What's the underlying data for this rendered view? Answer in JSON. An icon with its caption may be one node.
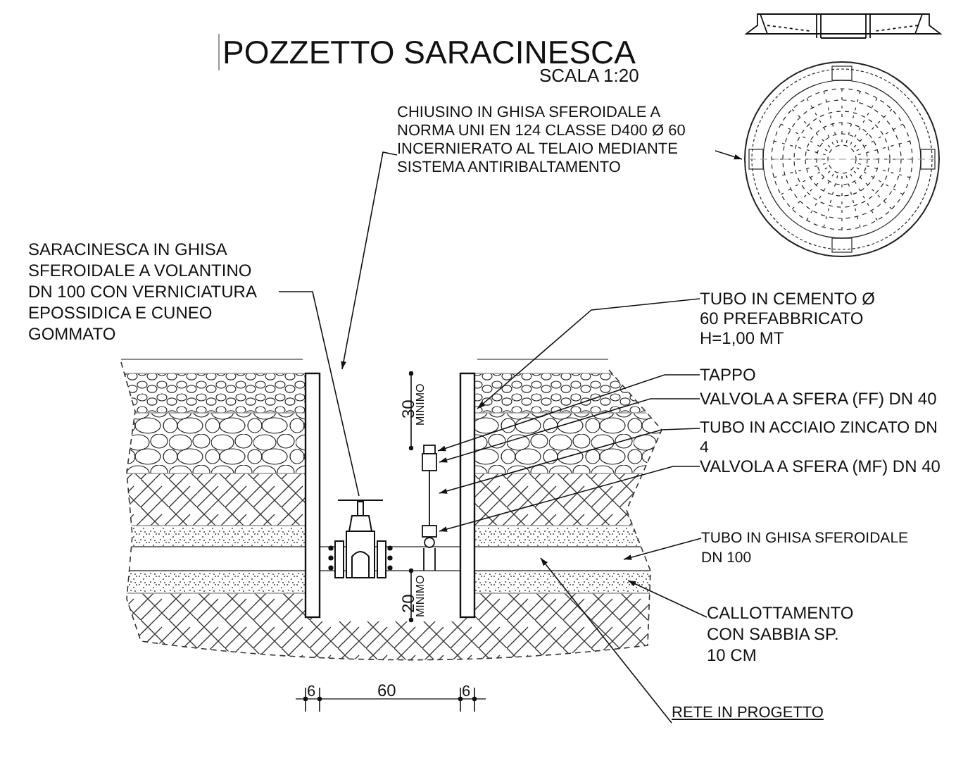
{
  "diagram": {
    "title": "POZZETTO SARACINESCA",
    "nodes": [
      {
        "text": [
          "CHIUSINO IN GHISA SFEROIDALE A NORMA UNI EN 124 CLASSE D400 Ø 60 INCERNIERATO AL TELAIO MEDIANTE SISTEMA ANTIRIBALTAMENTO"
        ]
      },
      {
        "text": [
          "SARACINESCA IN GHISA SFEROIDALE A VOLANTINO DN 100 CON VERNICIATURA EPOSSIDICA E CUNEO GOMMATO"
        ]
      },
      {
        "text": [
          "TUBO IN CEMENTO Ø 60 PREFABBRICATO H=1,00 MT"
        ]
      },
      {
        "text": [
          "TAPPO"
        ]
      },
      {
        "text": [
          "VALVOLA A SFERA (FF) DN 40"
        ]
      },
      {
        "text": [
          "TUBO IN ACCIAIO ZINCATO DN 4"
        ]
      },
      {
        "text": [
          "VALVOLA A SFERA (MF) DN 40"
        ]
      },
      {
        "text": [
          "TUBO IN GHISA SFEROIDALE DN 100"
        ]
      },
      {
        "text": [
          "CALLOTTAMENTO CON SABBIA SP. 10 CM"
        ]
      },
      {
        "text": [
          "RETE IN PROGETTO"
        ]
      },
      {
        "text": [],
        "shape": "picture"
      }
    ],
    "edges": [
      {
        "from": 0,
        "to": 10,
        "arrow": "to"
      },
      {
        "from": 0,
        "to": null,
        "arrow": "to"
      },
      {
        "from": 1,
        "to": null,
        "arrow": "none"
      },
      {
        "from": 2,
        "to": null,
        "arrow": "to"
      },
      {
        "from": 3,
        "to": null,
        "arrow": "to"
      },
      {
        "from": 4,
        "to": null,
        "arrow": "to"
      },
      {
        "from": 5,
        "to": null,
        "arrow": "to"
      },
      {
        "from": 6,
        "to": null,
        "arrow": "to"
      },
      {
        "from": 7,
        "to": null,
        "arrow": "to"
      },
      {
        "from": 8,
        "to": null,
        "arrow": "to"
      },
      {
        "from": 9,
        "to": null,
        "arrow": "to"
      }
    ],
    "labels": [
      "SCALA 1:20",
      "30",
      "MINIMO",
      "20",
      "MINIMO",
      "6",
      "60",
      "6"
    ]
  }
}
